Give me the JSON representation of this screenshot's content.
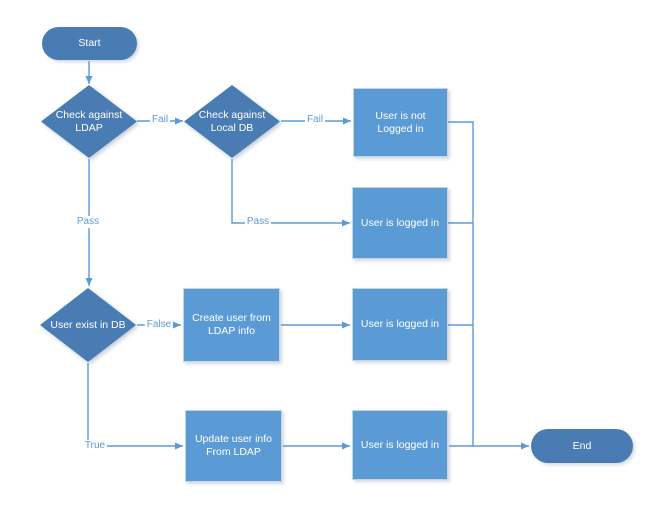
{
  "colors": {
    "process_fill": "#5B9BD5",
    "process_border": "#C9D3DD",
    "decision_fill": "#4A7CB4",
    "terminator_fill": "#4A7CB4",
    "connector": "#5B9BD5",
    "edge_label_text": "#5B9BD5",
    "shape_text": "#FFFFFF",
    "background": "#FFFFFF"
  },
  "nodes": {
    "start": {
      "label": "Start"
    },
    "check_ldap": {
      "label": "Check against\nLDAP"
    },
    "check_local_db": {
      "label": "Check against\nLocal DB"
    },
    "user_not_logged_in": {
      "label": "User is not\nLogged in"
    },
    "user_logged_in_top": {
      "label": "User is logged in"
    },
    "user_exist_in_db": {
      "label": "User exist in DB"
    },
    "create_user": {
      "label": "Create user from\nLDAP info"
    },
    "user_logged_in_mid": {
      "label": "User is logged in"
    },
    "update_user": {
      "label": "Update user info\nFrom LDAP"
    },
    "user_logged_in_bottom": {
      "label": "User is logged in"
    },
    "end": {
      "label": "End"
    }
  },
  "edge_labels": {
    "ldap_fail": "Fail",
    "local_db_fail": "Fail",
    "local_db_pass": "Pass",
    "ldap_pass": "Pass",
    "exist_false": "False",
    "exist_true": "True"
  }
}
